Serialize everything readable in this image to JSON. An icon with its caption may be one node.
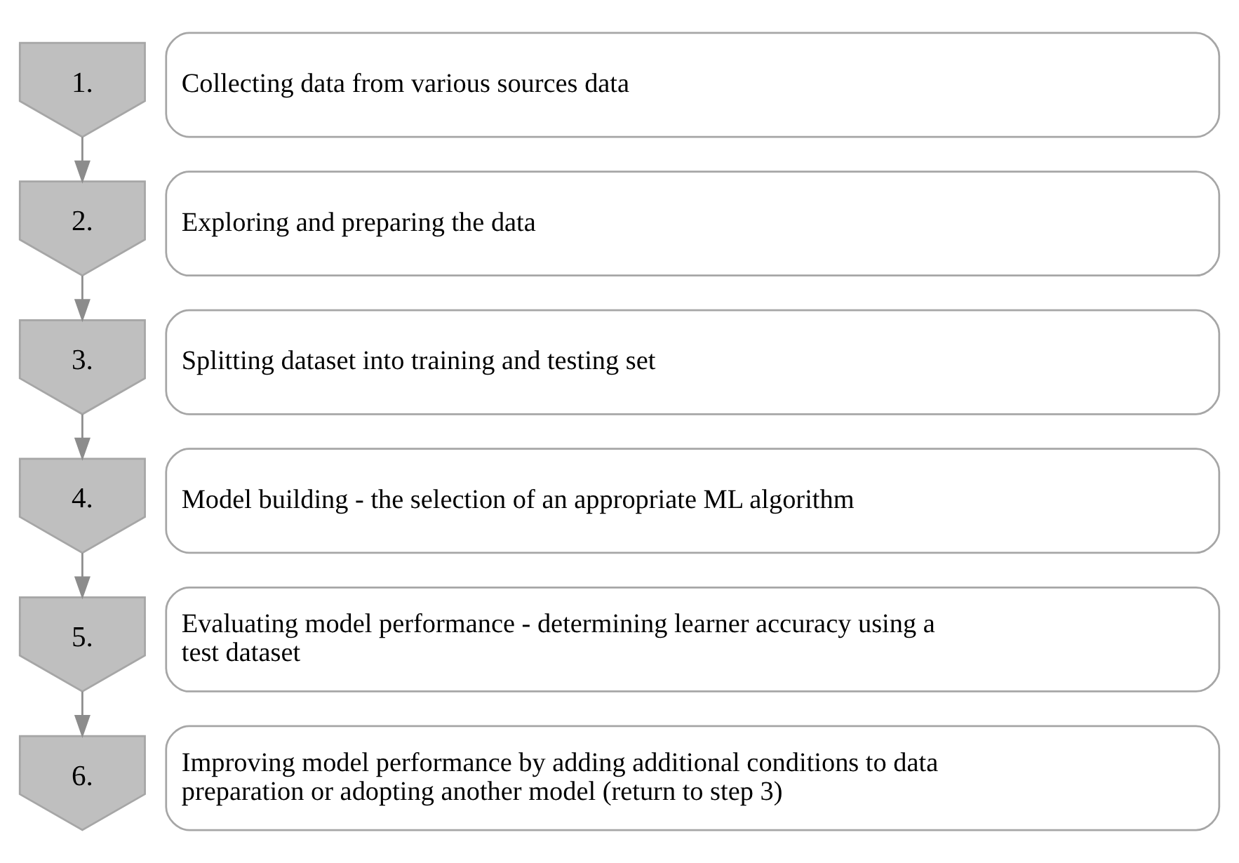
{
  "diagram": {
    "nodes": [
      {
        "text": [
          "1."
        ]
      },
      {
        "text": [
          "Collecting data from various sources data"
        ]
      },
      {
        "text": [
          "2."
        ]
      },
      {
        "text": [
          "Exploring and preparing the data"
        ]
      },
      {
        "text": [
          "3."
        ]
      },
      {
        "text": [
          "Splitting dataset into training and testing set"
        ]
      },
      {
        "text": [
          "4."
        ]
      },
      {
        "text": [
          "Model building - the selection of an appropriate ML algorithm"
        ]
      },
      {
        "text": [
          "5."
        ]
      },
      {
        "text": [
          "Evaluating model performance - determining learner accuracy using a test dataset"
        ]
      },
      {
        "text": [
          "6."
        ]
      },
      {
        "text": [
          "Improving model performance by adding additional conditions to data preparation or adopting another model (return to step 3)"
        ]
      }
    ],
    "edges": [
      {
        "from": 0,
        "to": 2,
        "arrow": "to"
      },
      {
        "from": 2,
        "to": 4,
        "arrow": "to"
      },
      {
        "from": 4,
        "to": 6,
        "arrow": "to"
      },
      {
        "from": 6,
        "to": 8,
        "arrow": "to"
      },
      {
        "from": 8,
        "to": 10,
        "arrow": "to"
      }
    ]
  }
}
